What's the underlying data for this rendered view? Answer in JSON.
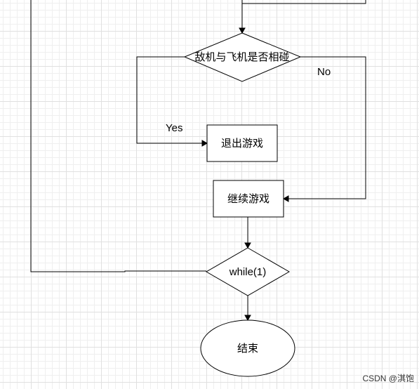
{
  "nodes": {
    "collision_check": "敌机与飞机是否相碰",
    "exit_game": "退出游戏",
    "continue_game": "继续游戏",
    "loop_check": "while(1)",
    "end": "结束"
  },
  "edge_labels": {
    "yes": "Yes",
    "no": "No"
  },
  "watermark": "CSDN @淇饱"
}
